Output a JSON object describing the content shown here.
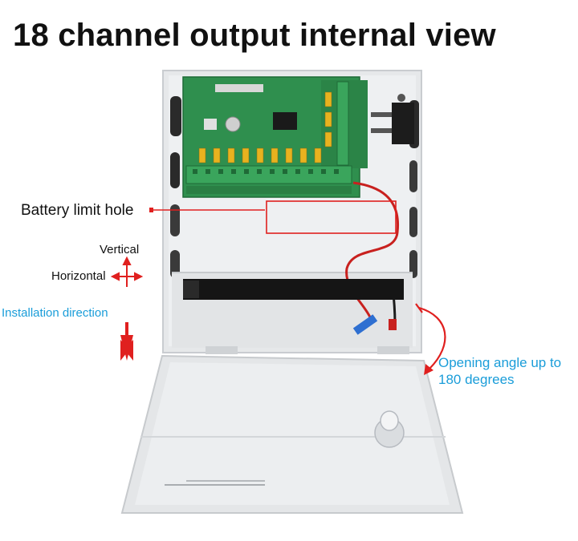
{
  "title": "18 channel output internal view",
  "labels": {
    "battery_limit_hole": "Battery limit hole",
    "vertical": "Vertical",
    "horizontal": "Horizontal",
    "installation_direction": "Installation direction",
    "opening_angle_line1": "Opening angle up to",
    "opening_angle_line2": "180 degrees"
  },
  "colors": {
    "annotation_red": "#e0201f",
    "annotation_blue": "#1a9dd9",
    "pcb_green": "#2f8f4e",
    "enclosure_grey": "#e4e6e8"
  }
}
